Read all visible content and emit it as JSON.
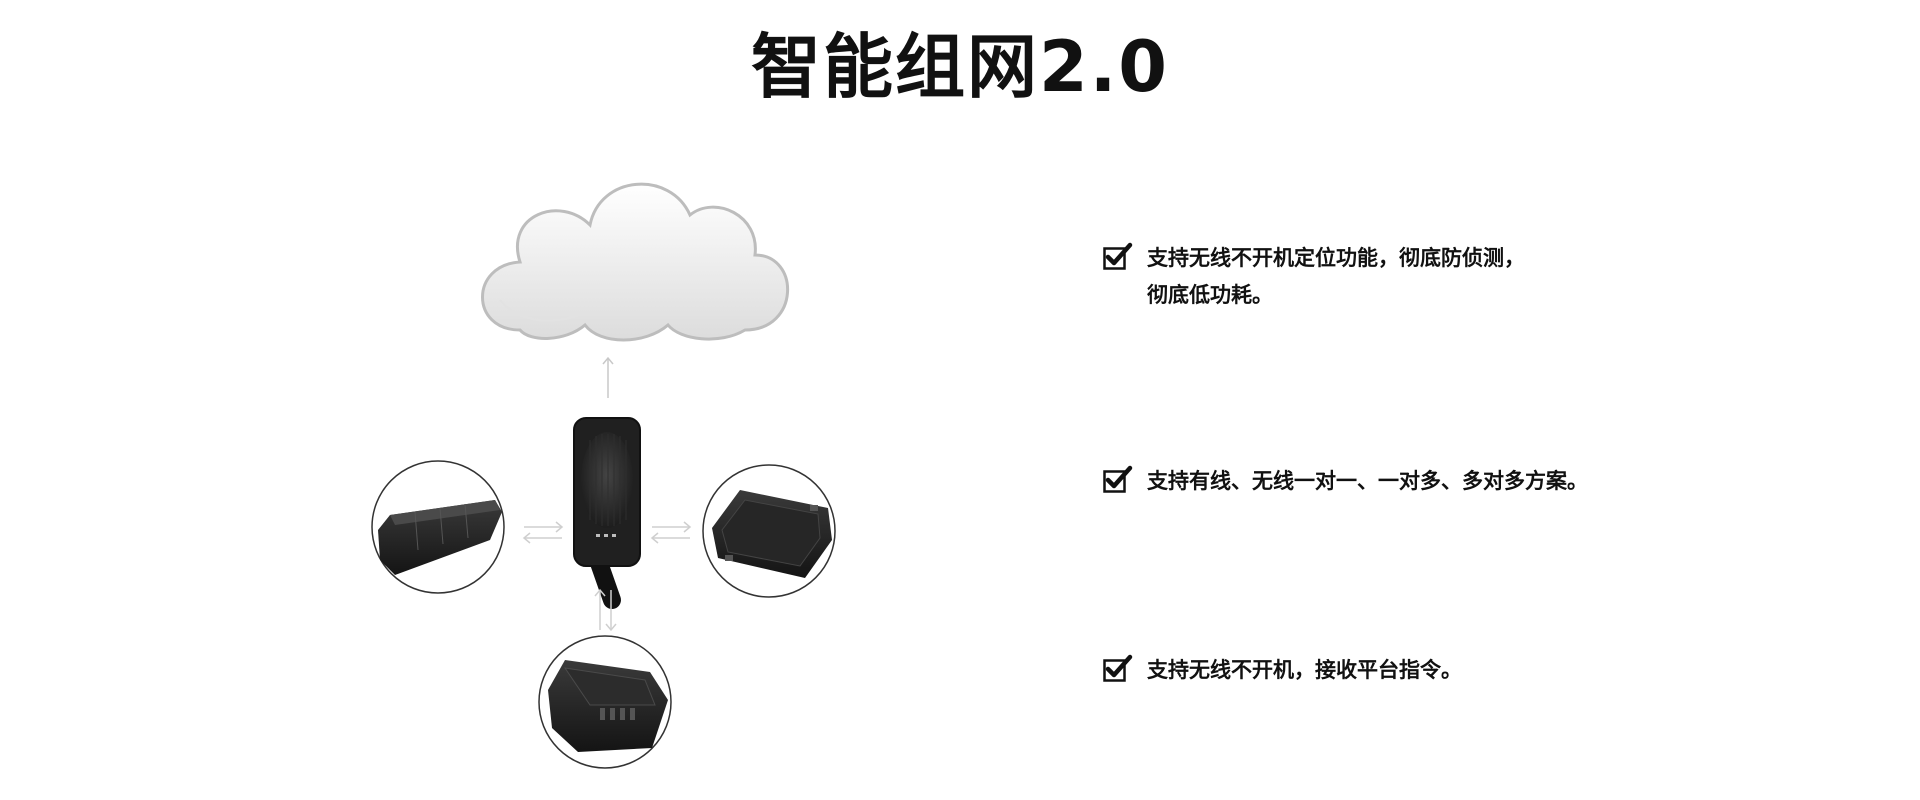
{
  "title": "智能组网2.0",
  "features": [
    {
      "lines": [
        "支持无线不开机定位功能，彻底防侦测，",
        "彻底低功耗。"
      ]
    },
    {
      "lines": [
        "支持有线、无线一对一、一对多、多对多方案。"
      ]
    },
    {
      "lines": [
        "支持无线不开机，接收平台指令。"
      ]
    }
  ],
  "icons": {
    "cloud": "cloud-icon",
    "check": "checkbox-checked-icon",
    "arrow": "arrow-icon"
  },
  "colors": {
    "text": "#111111",
    "device": "#1e1e1e",
    "cloud_stroke": "#bdbdbd",
    "arrow": "#c8c8c8",
    "circle_stroke": "#333333"
  }
}
